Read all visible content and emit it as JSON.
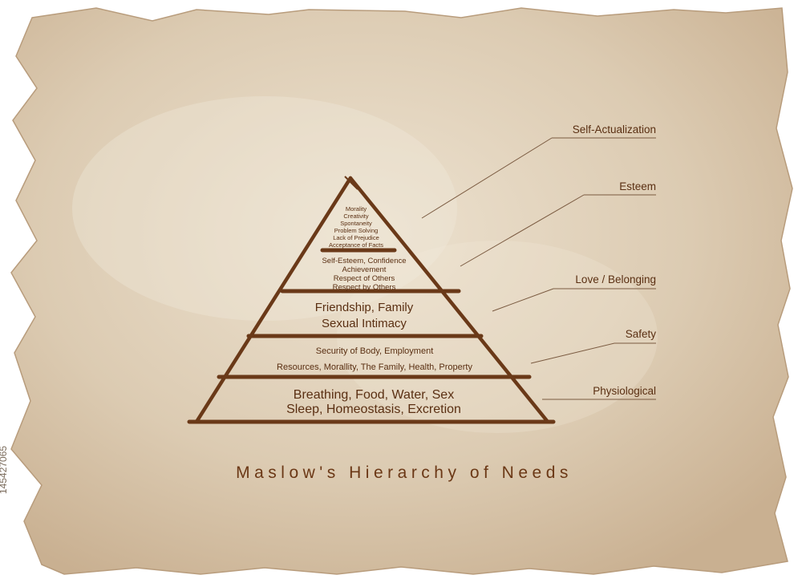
{
  "title": "Maslow's Hierarchy of Needs",
  "side_id": "145427065",
  "colors": {
    "ink": "#5a2f12",
    "paper": "#dfd0ba",
    "pyramid": "#6a3918"
  },
  "levels": [
    {
      "name": "Self-Actualization",
      "lines": [
        "Morality",
        "Creativity",
        "Spontaneity",
        "Problem Solving",
        "Lack of Prejudice",
        "Acceptance of Facts"
      ]
    },
    {
      "name": "Esteem",
      "lines": [
        "Self-Esteem, Confidence",
        "Achievement",
        "Respect of Others",
        "Respect by Others"
      ]
    },
    {
      "name": "Love / Belonging",
      "lines": [
        "Friendship, Family",
        "Sexual Intimacy"
      ]
    },
    {
      "name": "Safety",
      "lines": [
        "Security of Body, Employment",
        "Resources, Morallity, The Family, Health, Property"
      ]
    },
    {
      "name": "Physiological",
      "lines": [
        "Breathing, Food, Water, Sex",
        "Sleep, Homeostasis, Excretion"
      ]
    }
  ]
}
